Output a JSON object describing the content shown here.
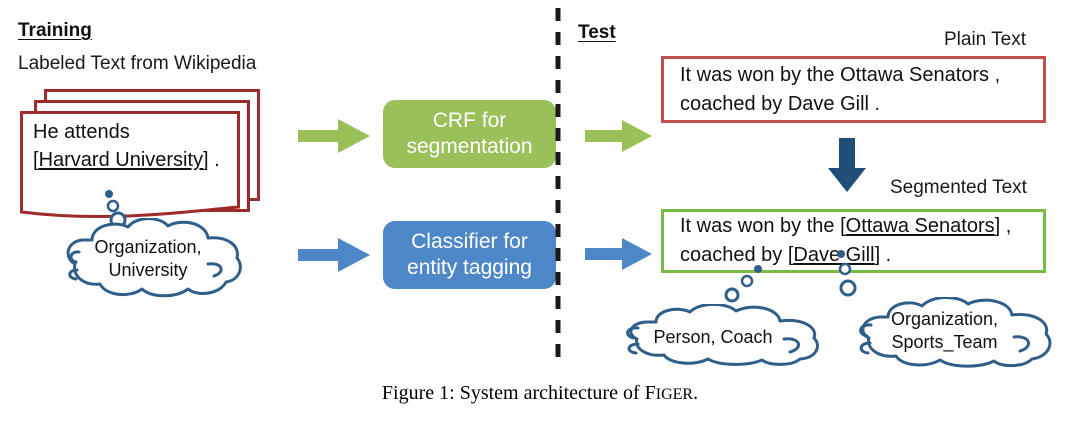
{
  "figure": {
    "caption_prefix": "Figure 1: System architecture of F",
    "caption_smallcaps": "IGER",
    "caption_suffix": "."
  },
  "colors": {
    "green_accent": "#9ac05a",
    "blue_accent": "#4e87c7",
    "doc_red": "#9e2b2b",
    "box_red": "#c0504d",
    "box_green": "#77bc42",
    "cloud_blue": "#2e5f8a",
    "down_arrow_blue": "#1f4e79",
    "divider_black": "#1a1a1a"
  },
  "training": {
    "heading": "Training",
    "source_label": "Labeled Text from Wikipedia",
    "document": {
      "line1": "He attends",
      "line2_bracket_open": "[",
      "line2_entity": "Harvard University",
      "line2_bracket_close": "]",
      "line2_period": " ."
    },
    "cloud": {
      "line1": "Organization,",
      "line2": "University"
    },
    "arrow_top": "arrow-right-green",
    "arrow_bottom": "arrow-right-blue"
  },
  "models": {
    "crf": {
      "line1": "CRF for",
      "line2": "segmentation"
    },
    "classifier": {
      "line1": "Classifier for",
      "line2": "entity tagging"
    }
  },
  "test": {
    "heading": "Test",
    "plain_text_label": "Plain Text",
    "segmented_text_label": "Segmented Text",
    "plain_text_box": {
      "line1": "It was won by the Ottawa Senators ,",
      "line2": "coached by Dave Gill ."
    },
    "segmented_text_box": {
      "line1_pre": "It was won by the ",
      "line1_bracket_open": "[",
      "line1_entity": "Ottawa Senators",
      "line1_bracket_close": "]",
      "line1_post": " ,",
      "line2_pre": "coached by ",
      "line2_bracket_open": "[",
      "line2_entity": "Dave Gill",
      "line2_bracket_close": "]",
      "line2_post": " ."
    },
    "cloud_person": {
      "line1": "Person, Coach"
    },
    "cloud_org": {
      "line1": "Organization,",
      "line2": "Sports_Team"
    },
    "arrow_top": "arrow-right-green",
    "arrow_bottom": "arrow-right-blue",
    "arrow_middle": "arrow-down-navy"
  }
}
